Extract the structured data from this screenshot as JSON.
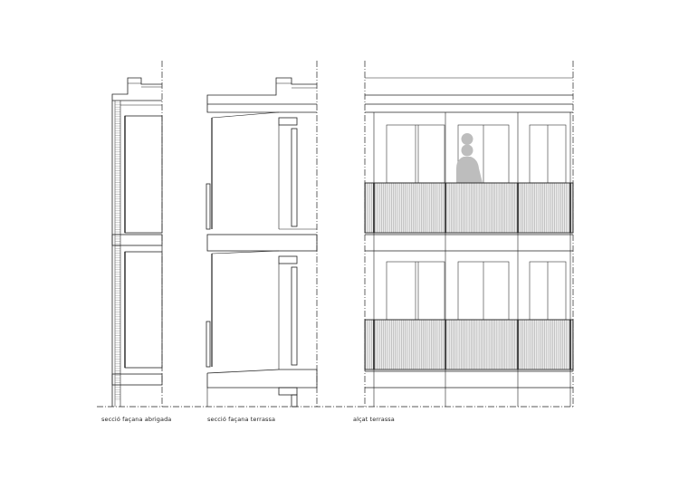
{
  "labels": {
    "section_sheltered": "secció façana abrigada",
    "section_terrace": "secció façana terrassa",
    "elevation_terrace": "alçat terrassa"
  },
  "colors": {
    "line": "#222222",
    "hatch": "#9a9a9a",
    "figure": "#bdbdbd",
    "railing_fill": "#d9d9d9",
    "background": "#ffffff"
  }
}
